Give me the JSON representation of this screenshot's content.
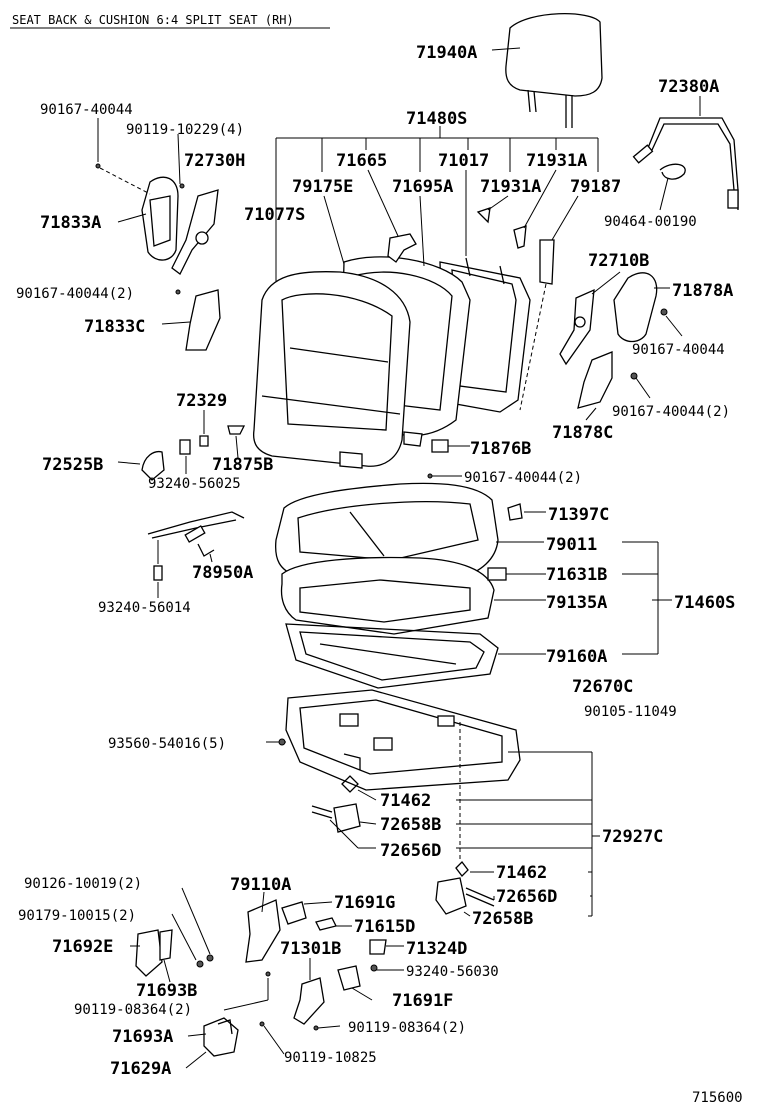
{
  "title": "SEAT BACK & CUSHION 6:4 SPLIT SEAT (RH)",
  "figure_number": "715600",
  "labels": {
    "p71940A": "71940A",
    "p72380A": "72380A",
    "p90167_40044_a": "90167-40044",
    "p90119_10229": "90119-10229(4)",
    "p71480S": "71480S",
    "p72730H": "72730H",
    "p71665": "71665",
    "p71017": "71017",
    "p71931A_a": "71931A",
    "p79175E": "79175E",
    "p71695A": "71695A",
    "p71931A_b": "71931A",
    "p79187": "79187",
    "p71833A": "71833A",
    "p71077S": "71077S",
    "p90464_00190": "90464-00190",
    "p72710B": "72710B",
    "p90167_40044_2a": "90167-40044(2)",
    "p71878A": "71878A",
    "p71833C": "71833C",
    "p90167_40044_b": "90167-40044",
    "p90167_40044_2b": "90167-40044(2)",
    "p72329": "72329",
    "p71878C": "71878C",
    "p71876B": "71876B",
    "p72525B": "72525B",
    "p71875B": "71875B",
    "p93240_56025": "93240-56025",
    "p90167_40044_2c": "90167-40044(2)",
    "p71397C": "71397C",
    "p79011": "79011",
    "p71631B": "71631B",
    "p78950A": "78950A",
    "p79135A": "79135A",
    "p71460S": "71460S",
    "p93240_56014": "93240-56014",
    "p79160A": "79160A",
    "p72670C": "72670C",
    "p90105_11049": "90105-11049",
    "p93560_54016": "93560-54016(5)",
    "p71462_a": "71462",
    "p72658B_a": "72658B",
    "p72927C": "72927C",
    "p72656D_a": "72656D",
    "p71462_b": "71462",
    "p90126_10019": "90126-10019(2)",
    "p79110A": "79110A",
    "p71691G": "71691G",
    "p72656D_b": "72656D",
    "p72658B_b": "72658B",
    "p90179_10015": "90179-10015(2)",
    "p71615D": "71615D",
    "p71692E": "71692E",
    "p71301B": "71301B",
    "p71324D": "71324D",
    "p93240_56030": "93240-56030",
    "p71693B": "71693B",
    "p90119_08364_a": "90119-08364(2)",
    "p71691F": "71691F",
    "p90119_08364_b": "90119-08364(2)",
    "p71693A": "71693A",
    "p90119_10825": "90119-10825",
    "p71629A": "71629A"
  }
}
